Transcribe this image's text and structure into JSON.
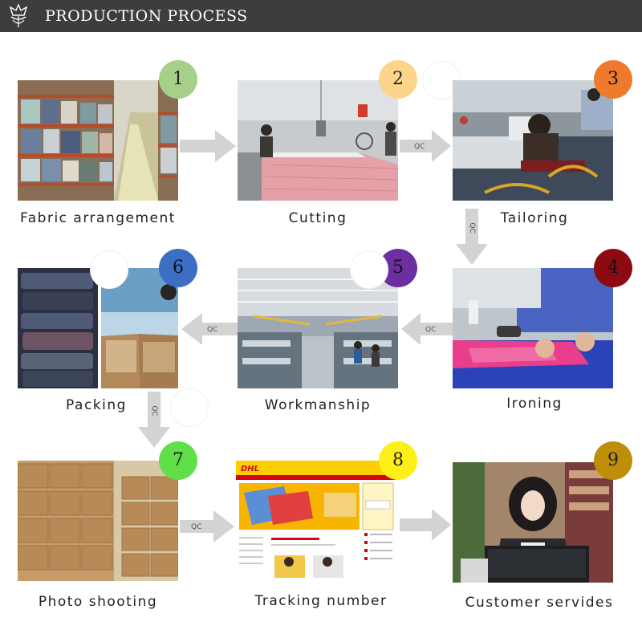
{
  "header": {
    "title": "PRODUCTION PROCESS",
    "background": "#3d3d3d",
    "logo_icon": "crown-emblem-icon"
  },
  "steps": [
    {
      "number": "1",
      "label": "Fabric arrangement",
      "badge_color": "#a6cf8a"
    },
    {
      "number": "2",
      "label": "Cutting",
      "badge_color": "#fdd58a"
    },
    {
      "number": "3",
      "label": "Tailoring",
      "badge_color": "#ef7a2c"
    },
    {
      "number": "4",
      "label": "Ironing",
      "badge_color": "#8e0a12"
    },
    {
      "number": "5",
      "label": "Workmanship",
      "badge_color": "#6c2ea0"
    },
    {
      "number": "6",
      "label": "Packing",
      "badge_color": "#3c6ec4"
    },
    {
      "number": "7",
      "label": "Photo shooting",
      "badge_color": "#5fe04a"
    },
    {
      "number": "8",
      "label": "Tracking number",
      "badge_color": "#fcf017"
    },
    {
      "number": "9",
      "label": "Customer servides",
      "badge_color": "#bf8e08"
    }
  ],
  "arrows": [
    {
      "label": ""
    },
    {
      "label": "QC"
    },
    {
      "label": "QC"
    },
    {
      "label": "QC"
    },
    {
      "label": "QC"
    },
    {
      "label": "QC"
    },
    {
      "label": "QC"
    },
    {
      "label": ""
    }
  ],
  "photo_text": {
    "dhl_logo": "DHL"
  }
}
